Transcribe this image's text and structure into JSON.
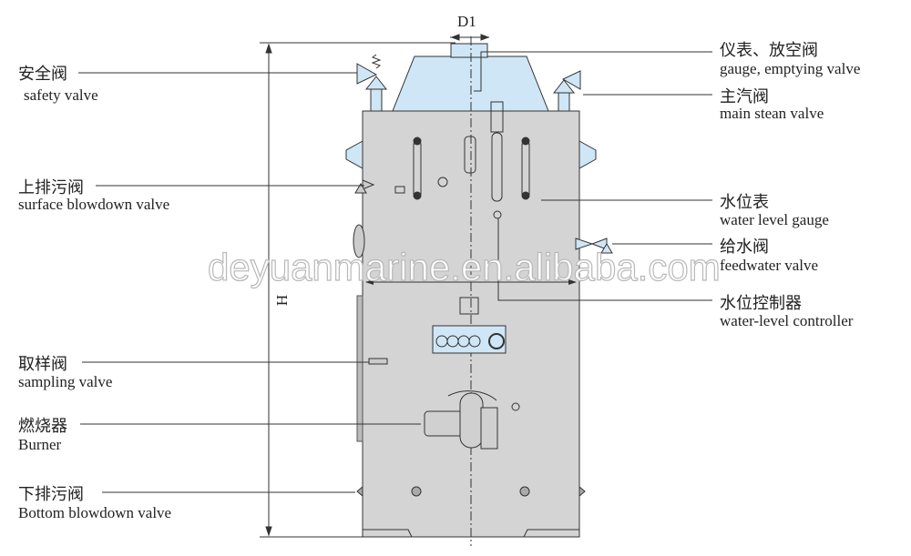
{
  "dimensions": {
    "d1": "D1",
    "h": "H"
  },
  "watermark": "deyuanmarine.en.alibaba.com",
  "labels_left": [
    {
      "cn": "安全阀",
      "en": "safety valve"
    },
    {
      "cn": "上排污阀",
      "en": "surface blowdown valve"
    },
    {
      "cn": "取样阀",
      "en": "sampling valve"
    },
    {
      "cn": "燃烧器",
      "en": "Burner"
    },
    {
      "cn": "下排污阀",
      "en": "Bottom blowdown valve"
    }
  ],
  "labels_right": [
    {
      "cn": "仪表、放空阀",
      "en": "gauge, emptying valve"
    },
    {
      "cn": "主汽阀",
      "en": "main stean valve"
    },
    {
      "cn": "水位表",
      "en": "water level gauge"
    },
    {
      "cn": "给水阀",
      "en": "feedwater  valve"
    },
    {
      "cn": "水位控制器",
      "en": "water-level controller"
    }
  ],
  "colors": {
    "body": "#d4d4d4",
    "accent": "#cfe6f6",
    "line": "#333333"
  }
}
